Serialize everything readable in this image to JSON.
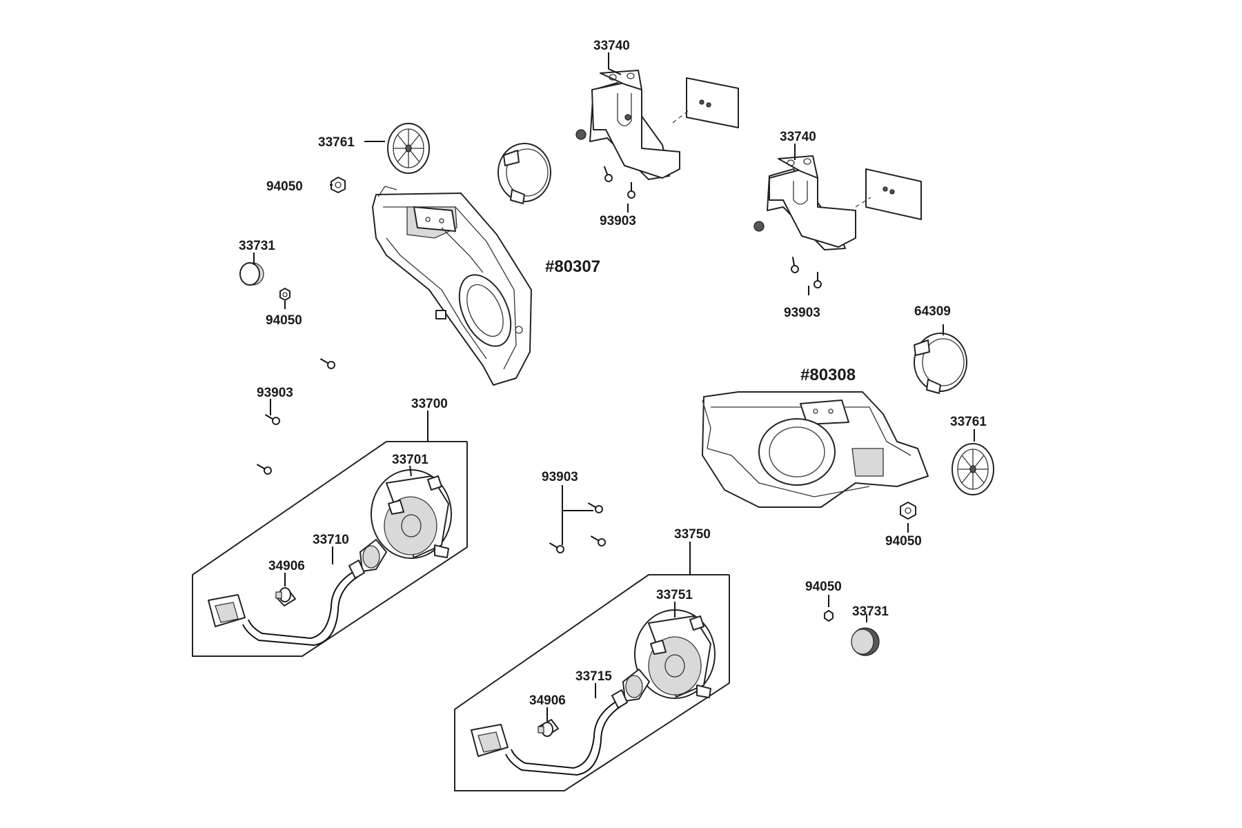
{
  "diagram": {
    "assemblies": {
      "left": "#80307",
      "right": "#80308"
    },
    "labels": {
      "bracket_1": "33740",
      "bracket_2": "33740",
      "cap_left": "33761",
      "cap_right": "33761",
      "nut_left_1": "94050",
      "nut_left_2": "94050",
      "nut_right_1": "94050",
      "nut_right_2": "94050",
      "reflector_left": "33731",
      "reflector_right": "33731",
      "screw_left": "93903",
      "screw_top_1": "93903",
      "screw_top_2": "93903",
      "screw_center": "93903",
      "ring_right": "64309",
      "lamp_assy_left": "33700",
      "lamp_unit_left": "33701",
      "harness_left": "33710",
      "bulb_left": "34906",
      "lamp_assy_right": "33750",
      "lamp_unit_right": "33751",
      "harness_right": "33715",
      "bulb_right": "34906"
    }
  }
}
